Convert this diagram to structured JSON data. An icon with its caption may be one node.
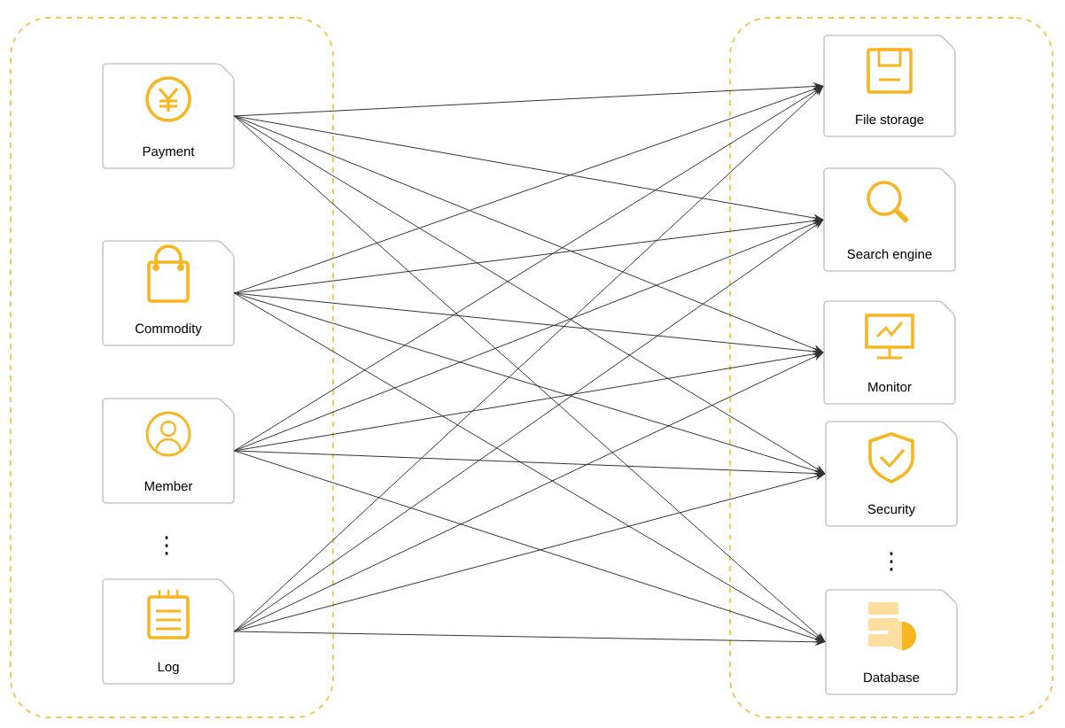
{
  "diagram": {
    "nodes": [
      {
        "text": [],
        "shape": "box"
      },
      {
        "text": [
          "Payment"
        ],
        "in": 0
      },
      {
        "text": [
          "Commodity"
        ],
        "in": 0
      },
      {
        "text": [
          "Member"
        ],
        "in": 0
      },
      {
        "text": [
          "Log"
        ],
        "in": 0
      },
      {
        "text": [],
        "shape": "box"
      },
      {
        "text": [
          "File storage"
        ],
        "in": 5
      },
      {
        "text": [
          "Search engine"
        ],
        "in": 5
      },
      {
        "text": [
          "Monitor"
        ],
        "in": 5
      },
      {
        "text": [
          "Security"
        ],
        "in": 5
      },
      {
        "text": [
          "Database"
        ],
        "in": 5
      }
    ],
    "edges": [
      {
        "from": 1,
        "to": 6,
        "arrow": "to"
      },
      {
        "from": 1,
        "to": 7,
        "arrow": "to"
      },
      {
        "from": 1,
        "to": 8,
        "arrow": "to"
      },
      {
        "from": 1,
        "to": 9,
        "arrow": "to"
      },
      {
        "from": 1,
        "to": 10,
        "arrow": "to"
      },
      {
        "from": 2,
        "to": 6,
        "arrow": "to"
      },
      {
        "from": 2,
        "to": 7,
        "arrow": "to"
      },
      {
        "from": 2,
        "to": 8,
        "arrow": "to"
      },
      {
        "from": 2,
        "to": 9,
        "arrow": "to"
      },
      {
        "from": 2,
        "to": 10,
        "arrow": "to"
      },
      {
        "from": 3,
        "to": 6,
        "arrow": "to"
      },
      {
        "from": 3,
        "to": 7,
        "arrow": "to"
      },
      {
        "from": 3,
        "to": 8,
        "arrow": "to"
      },
      {
        "from": 3,
        "to": 9,
        "arrow": "to"
      },
      {
        "from": 3,
        "to": 10,
        "arrow": "to"
      },
      {
        "from": 4,
        "to": 6,
        "arrow": "to"
      },
      {
        "from": 4,
        "to": 7,
        "arrow": "to"
      },
      {
        "from": 4,
        "to": 8,
        "arrow": "to"
      },
      {
        "from": 4,
        "to": 9,
        "arrow": "to"
      },
      {
        "from": 4,
        "to": 10,
        "arrow": "to"
      }
    ],
    "labels": [
      "⋮",
      "⋮"
    ]
  }
}
